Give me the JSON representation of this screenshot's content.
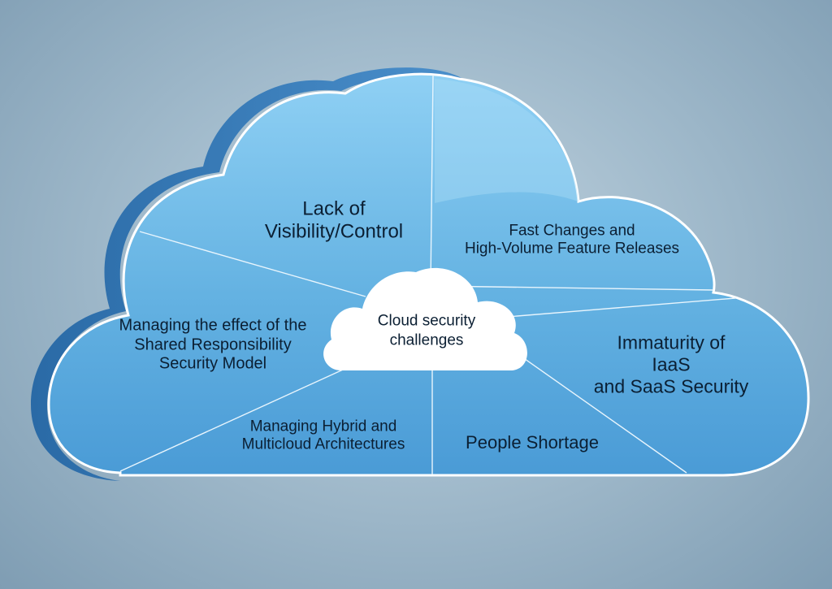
{
  "diagram": {
    "center": {
      "lines": [
        "Cloud security",
        "challenges"
      ]
    },
    "segments": [
      {
        "id": "visibility",
        "lines": [
          "Lack of",
          "Visibility/Control"
        ]
      },
      {
        "id": "fast-changes",
        "lines": [
          "Fast Changes and",
          "High-Volume Feature Releases"
        ]
      },
      {
        "id": "shared-responsibility",
        "lines": [
          "Managing the effect of the",
          "Shared Responsibility",
          "Security Model"
        ]
      },
      {
        "id": "immaturity",
        "lines": [
          "Immaturity of",
          "IaaS",
          "and SaaS Security"
        ]
      },
      {
        "id": "hybrid",
        "lines": [
          "Managing Hybrid and",
          "Multicloud Architectures"
        ]
      },
      {
        "id": "people",
        "lines": [
          "People Shortage"
        ]
      }
    ],
    "colors": {
      "cloud_light": "#8fcdf2",
      "cloud_dark": "#3f8fcc",
      "cloud_side": "#2f74b0",
      "outline": "#ffffff",
      "text": "#0b1f33"
    }
  }
}
